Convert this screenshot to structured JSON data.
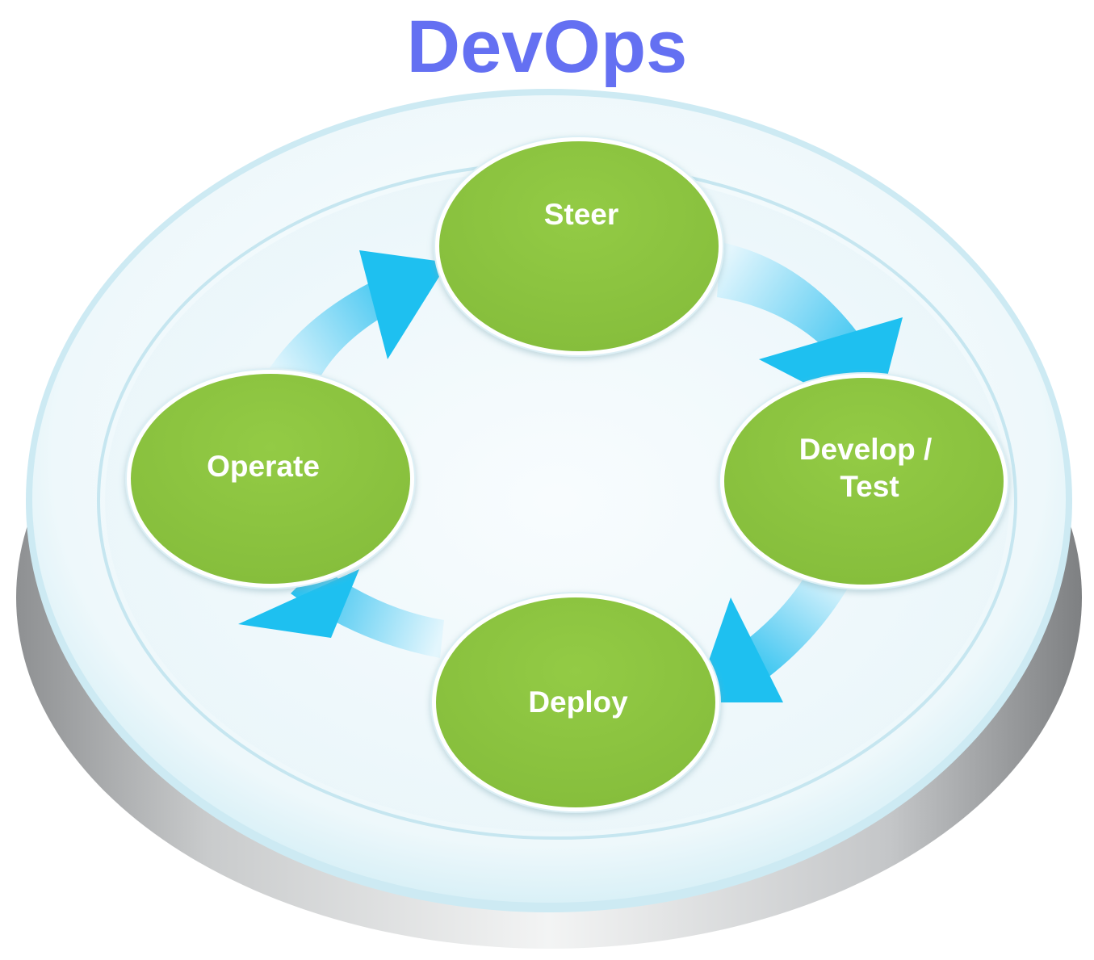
{
  "title": "DevOps",
  "colors": {
    "title": "#6470F2",
    "node_fill": "#8DC541",
    "node_text": "#FFFFFF",
    "arrow": "#1EC0F0",
    "platter_face": "#F1FAFC",
    "platter_rim": "#D3EFF6",
    "platter_side": "#B9BBBD"
  },
  "nodes": [
    {
      "id": "steer",
      "lines": [
        "Steer"
      ]
    },
    {
      "id": "develop-test",
      "lines": [
        "Develop /",
        "Test"
      ]
    },
    {
      "id": "deploy",
      "lines": [
        "Deploy"
      ]
    },
    {
      "id": "operate",
      "lines": [
        "Operate"
      ]
    }
  ],
  "cycle": {
    "direction": "clockwise",
    "arrows": [
      {
        "from": "steer",
        "to": "develop-test",
        "icon": "curved-arrow-icon"
      },
      {
        "from": "develop-test",
        "to": "deploy",
        "icon": "curved-arrow-icon"
      },
      {
        "from": "deploy",
        "to": "operate",
        "icon": "curved-arrow-icon"
      },
      {
        "from": "operate",
        "to": "steer",
        "icon": "curved-arrow-icon"
      }
    ]
  }
}
